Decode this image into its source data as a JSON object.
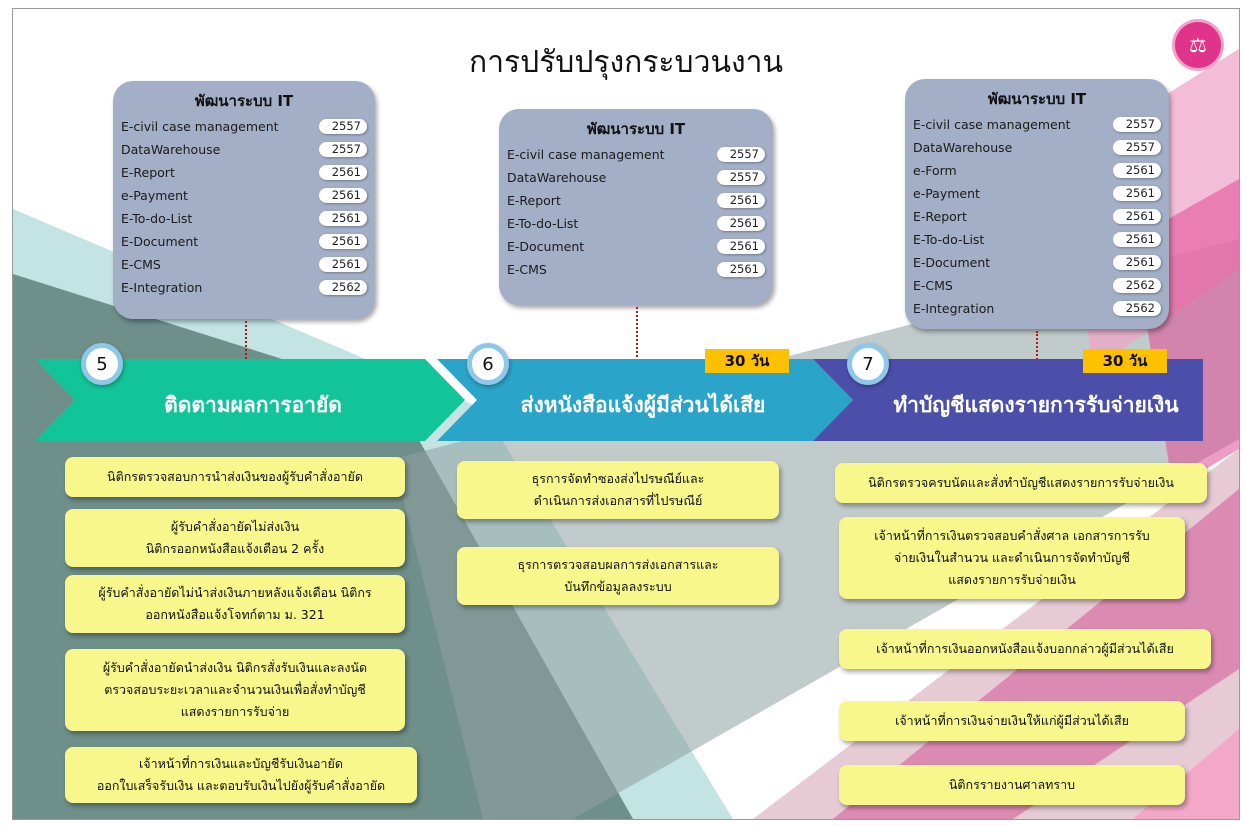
{
  "title": "การปรับปรุงกระบวนงาน",
  "logo_icon": "court-seal-icon",
  "colors": {
    "green": "#12c49a",
    "blue": "#2aa4c8",
    "purple": "#4c4faa",
    "note": "#f7f78c",
    "days": "#ffc000",
    "itbox": "#a3aec7"
  },
  "it_boxes": [
    {
      "title": "พัฒนาระบบ IT",
      "items": [
        {
          "name": "E-civil case management",
          "year": "2557"
        },
        {
          "name": "DataWarehouse",
          "year": "2557"
        },
        {
          "name": "E-Report",
          "year": "2561"
        },
        {
          "name": "e-Payment",
          "year": "2561"
        },
        {
          "name": "E-To-do-List",
          "year": "2561"
        },
        {
          "name": "E-Document",
          "year": "2561"
        },
        {
          "name": "E-CMS",
          "year": "2561"
        },
        {
          "name": "E-Integration",
          "year": "2562"
        }
      ]
    },
    {
      "title": "พัฒนาระบบ IT",
      "items": [
        {
          "name": "E-civil case management",
          "year": "2557"
        },
        {
          "name": "DataWarehouse",
          "year": "2557"
        },
        {
          "name": "E-Report",
          "year": "2561"
        },
        {
          "name": "E-To-do-List",
          "year": "2561"
        },
        {
          "name": "E-Document",
          "year": "2561"
        },
        {
          "name": "E-CMS",
          "year": "2561"
        }
      ]
    },
    {
      "title": "พัฒนาระบบ IT",
      "items": [
        {
          "name": "E-civil case management",
          "year": "2557"
        },
        {
          "name": "DataWarehouse",
          "year": "2557"
        },
        {
          "name": "e-Form",
          "year": "2561"
        },
        {
          "name": "e-Payment",
          "year": "2561"
        },
        {
          "name": "E-Report",
          "year": "2561"
        },
        {
          "name": "E-To-do-List",
          "year": "2561"
        },
        {
          "name": "E-Document",
          "year": "2561"
        },
        {
          "name": "E-CMS",
          "year": "2562"
        },
        {
          "name": "E-Integration",
          "year": "2562"
        }
      ]
    }
  ],
  "steps": [
    {
      "number": "5",
      "label": "ติดตามผลการอายัด",
      "days": ""
    },
    {
      "number": "6",
      "label": "ส่งหนังสือแจ้งผู้มีส่วนได้เสีย",
      "days": "30 วัน"
    },
    {
      "number": "7",
      "label": "ทำบัญชีแสดงรายการรับจ่ายเงิน",
      "days": "30 วัน"
    }
  ],
  "notes": {
    "col1": [
      [
        "นิติกรตรวจสอบการนำส่งเงินของผู้รับคำสั่งอายัด"
      ],
      [
        "ผู้รับคำสั่งอายัดไม่ส่งเงิน",
        "นิติกรออกหนังสือแจ้งเตือน 2 ครั้ง"
      ],
      [
        "ผู้รับคำสั่งอายัดไม่นำส่งเงินภายหลังแจ้งเตือน นิติกร",
        "ออกหนังสือแจ้งโจทก์ตาม ม. 321"
      ],
      [
        "ผู้รับคำสั่งอายัดนำส่งเงิน นิติกรสั่งรับเงินและลงนัด",
        "ตรวจสอบระยะเวลาและจำนวนเงินเพื่อสั่งทำบัญชี",
        "แสดงรายการรับจ่าย"
      ],
      [
        "เจ้าหน้าที่การเงินและบัญชีรับเงินอายัด",
        "ออกใบเสร็จรับเงิน และตอบรับเงินไปยังผู้รับคำสั่งอายัด"
      ]
    ],
    "col2": [
      [
        "ธุรการจัดทำซองส่งไปรษณีย์และ",
        "ดำเนินการส่งเอกสารที่ไปรษณีย์"
      ],
      [
        "ธุรการตรวจสอบผลการส่งเอกสารและ",
        "บันทึกข้อมูลลงระบบ"
      ]
    ],
    "col3": [
      [
        "นิติกรตรวจครบนัดและสั่งทำบัญชีแสดงรายการรับจ่ายเงิน"
      ],
      [
        "เจ้าหน้าที่การเงินตรวจสอบคำสั่งศาล เอกสารการรับ",
        "จ่ายเงินในสำนวน และดำเนินการจัดทำบัญชี",
        "แสดงรายการรับจ่ายเงิน"
      ],
      [
        "เจ้าหน้าที่การเงินออกหนังสือแจ้งบอกกล่าวผู้มีส่วนได้เสีย"
      ],
      [
        "เจ้าหน้าที่การเงินจ่ายเงินให้แก่ผู้มีส่วนได้เสีย"
      ],
      [
        "นิติกรรายงานศาลทราบ"
      ]
    ]
  }
}
